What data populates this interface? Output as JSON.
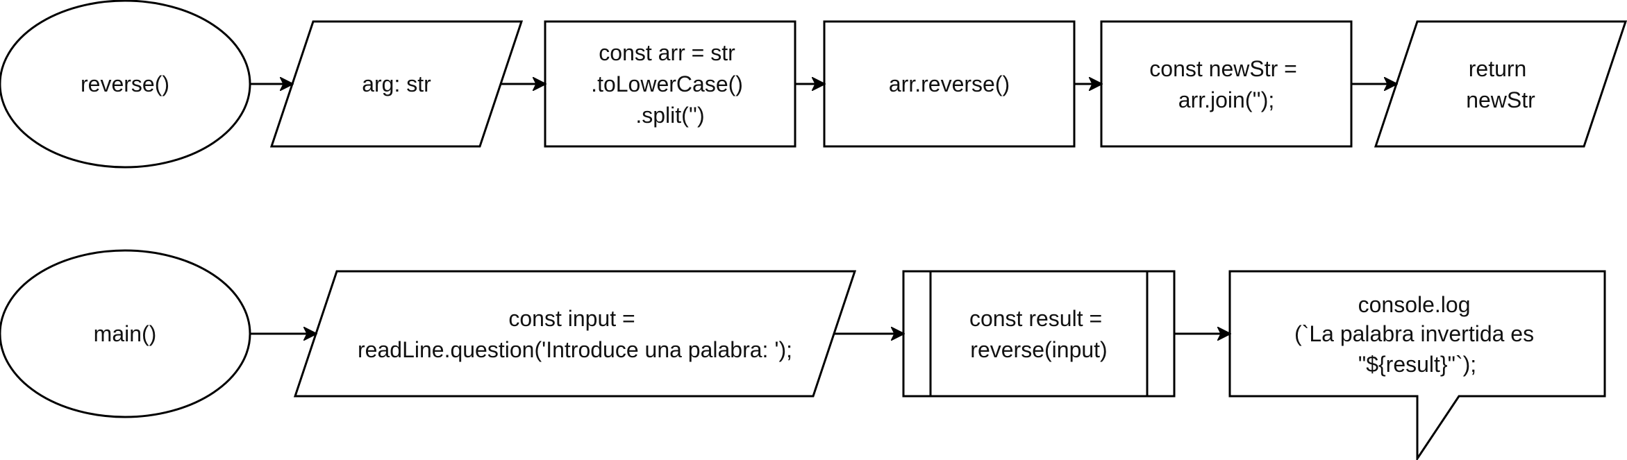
{
  "colors": {
    "stroke": "#000000",
    "fill": "#ffffff",
    "text": "#111111"
  },
  "rows": [
    {
      "name": "reverse-flow",
      "nodes": [
        {
          "id": "reverse",
          "shape": "terminator-ellipse",
          "lines": [
            "reverse()"
          ]
        },
        {
          "id": "arg",
          "shape": "input-output-parallelogram",
          "lines": [
            "arg: str"
          ]
        },
        {
          "id": "split",
          "shape": "process",
          "lines": [
            "const arr = str",
            ".toLowerCase()",
            ".split('')"
          ]
        },
        {
          "id": "arr-reverse",
          "shape": "process",
          "lines": [
            "arr.reverse()"
          ]
        },
        {
          "id": "join",
          "shape": "process",
          "lines": [
            "const newStr =",
            "arr.join('');"
          ]
        },
        {
          "id": "return",
          "shape": "input-output-parallelogram",
          "lines": [
            "return",
            "newStr"
          ]
        }
      ]
    },
    {
      "name": "main-flow",
      "nodes": [
        {
          "id": "main",
          "shape": "terminator-ellipse",
          "lines": [
            "main()"
          ]
        },
        {
          "id": "input",
          "shape": "input-output-parallelogram",
          "lines": [
            "const input =",
            "readLine.question('Introduce una palabra: ');"
          ]
        },
        {
          "id": "result",
          "shape": "predefined-process",
          "lines": [
            "const result =",
            "reverse(input)"
          ]
        },
        {
          "id": "log",
          "shape": "callout",
          "lines": [
            "console.log",
            "(`La palabra invertida es",
            "\"${result}\"`);"
          ]
        }
      ]
    }
  ]
}
